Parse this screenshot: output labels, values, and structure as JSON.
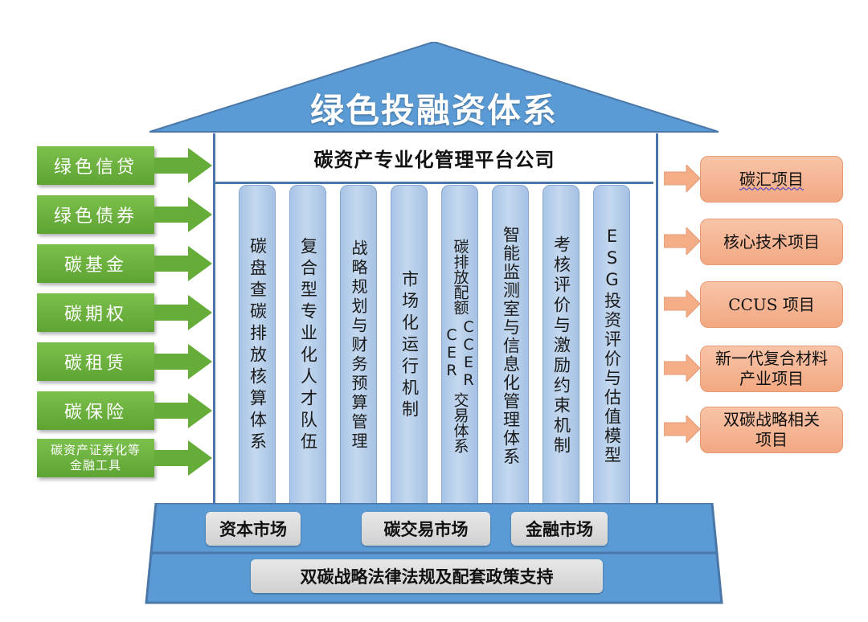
{
  "roof": {
    "title": "绿色投融资体系"
  },
  "platform": {
    "title": "碳资产专业化管理平台公司"
  },
  "pillars": [
    {
      "label": "碳盘查碳排放核算体系"
    },
    {
      "label": "复合型专业化人才队伍"
    },
    {
      "label": "战略规划与财务预算管理"
    },
    {
      "label": "市场化运行机制"
    },
    {
      "label_top": "碳排放配额",
      "label_left": "CER",
      "label_right": "CCER",
      "label_bottom": "交易体系"
    },
    {
      "label": "智能监测室与信息化管理体系"
    },
    {
      "label": "考核评价与激励约束机制"
    },
    {
      "label": "ESG投资评价与估值模型"
    }
  ],
  "markets": [
    {
      "label": "资本市场"
    },
    {
      "label": "碳交易市场"
    },
    {
      "label": "金融市场"
    }
  ],
  "policy": {
    "label": "双碳战略法律法规及配套政策支持"
  },
  "financial_tools": [
    {
      "label": "绿色信贷"
    },
    {
      "label": "绿色债券"
    },
    {
      "label": "碳基金"
    },
    {
      "label": "碳期权"
    },
    {
      "label": "碳租赁"
    },
    {
      "label": "碳保险"
    },
    {
      "line1": "碳资产证券化等",
      "line2": "金融工具"
    }
  ],
  "projects": [
    {
      "line1": "碳汇项目"
    },
    {
      "line1": "核心技术项目"
    },
    {
      "line1": "CCUS 项目"
    },
    {
      "line1": "新一代复合材料",
      "line2": "产业项目"
    },
    {
      "line1": "双碳战略相关",
      "line2": "项目"
    }
  ],
  "colors": {
    "roof_blue": "#5b9bd5",
    "frame_blue": "#4a77a8",
    "pillar_blue": "#b4cdea",
    "tool_green": "#6db33f",
    "project_orange": "#f4b08e",
    "market_gray": "#d9d9d9"
  }
}
